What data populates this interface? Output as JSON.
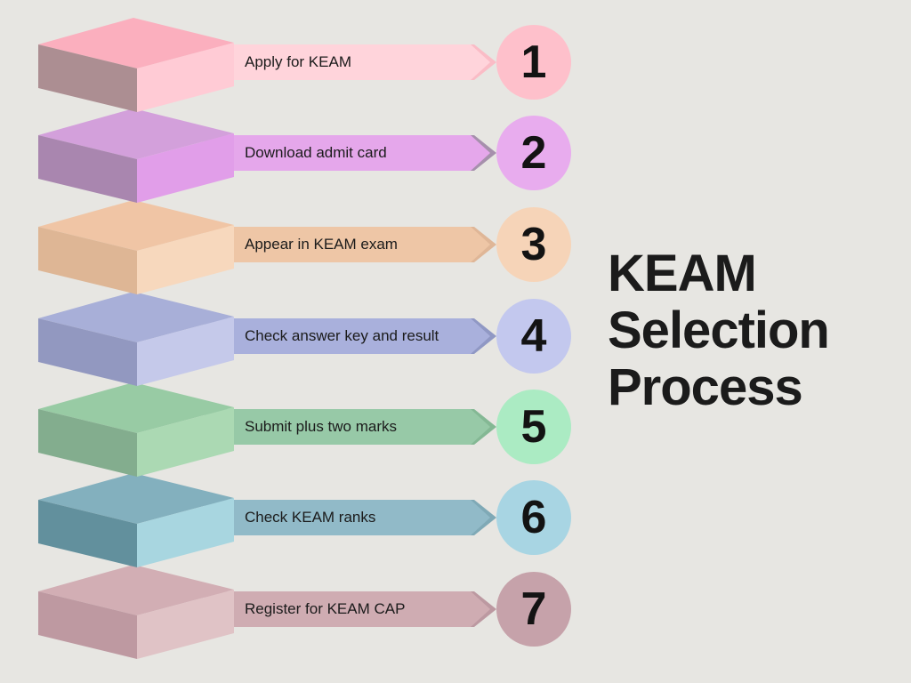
{
  "background": "#E7E6E2",
  "title": {
    "lines": [
      "KEAM",
      "Selection",
      "Process"
    ],
    "color": "#1B1B1B"
  },
  "steps": [
    {
      "num": "1",
      "label": "Apply for KEAM",
      "colors": {
        "box_top": "#FBAFBE",
        "box_left": "#AC8E92",
        "box_front": "#FFCBD5",
        "banner": "#FFD4DB",
        "chevron": "#FABCC6",
        "circle": "#FEC0CB"
      }
    },
    {
      "num": "2",
      "label": "Download admit card",
      "colors": {
        "box_top": "#D3A0DB",
        "box_left": "#A986AF",
        "box_front": "#E19EE9",
        "banner": "#E5A7EB",
        "chevron": "#A690AC",
        "circle": "#E8ACEE"
      }
    },
    {
      "num": "3",
      "label": "Appear in KEAM exam",
      "colors": {
        "box_top": "#F0C5A5",
        "box_left": "#DEB695",
        "box_front": "#F7D8BD",
        "banner": "#EEC6A6",
        "chevron": "#DFB697",
        "circle": "#F6D4B8"
      }
    },
    {
      "num": "4",
      "label": "Check answer key and result",
      "colors": {
        "box_top": "#A8AFD8",
        "box_left": "#9298C0",
        "box_front": "#C5C9EA",
        "banner": "#A9B0DC",
        "chevron": "#9098C4",
        "circle": "#C3C8EE"
      }
    },
    {
      "num": "5",
      "label": "Submit plus two marks",
      "colors": {
        "box_top": "#98CBA4",
        "box_left": "#83AD8E",
        "box_front": "#ABD9B3",
        "banner": "#97C9A7",
        "chevron": "#84B894",
        "circle": "#ABEBC3"
      }
    },
    {
      "num": "6",
      "label": "Check KEAM ranks",
      "colors": {
        "box_top": "#83B0BE",
        "box_left": "#62909D",
        "box_front": "#A8D6E0",
        "banner": "#91BAC8",
        "chevron": "#7FA9B6",
        "circle": "#A8D5E3"
      }
    },
    {
      "num": "7",
      "label": "Register for KEAM CAP",
      "colors": {
        "box_top": "#D2AEB4",
        "box_left": "#BE99A1",
        "box_front": "#E0C3C6",
        "banner": "#CFACB2",
        "chevron": "#BC99A1",
        "circle": "#C6A2AA"
      }
    }
  ]
}
